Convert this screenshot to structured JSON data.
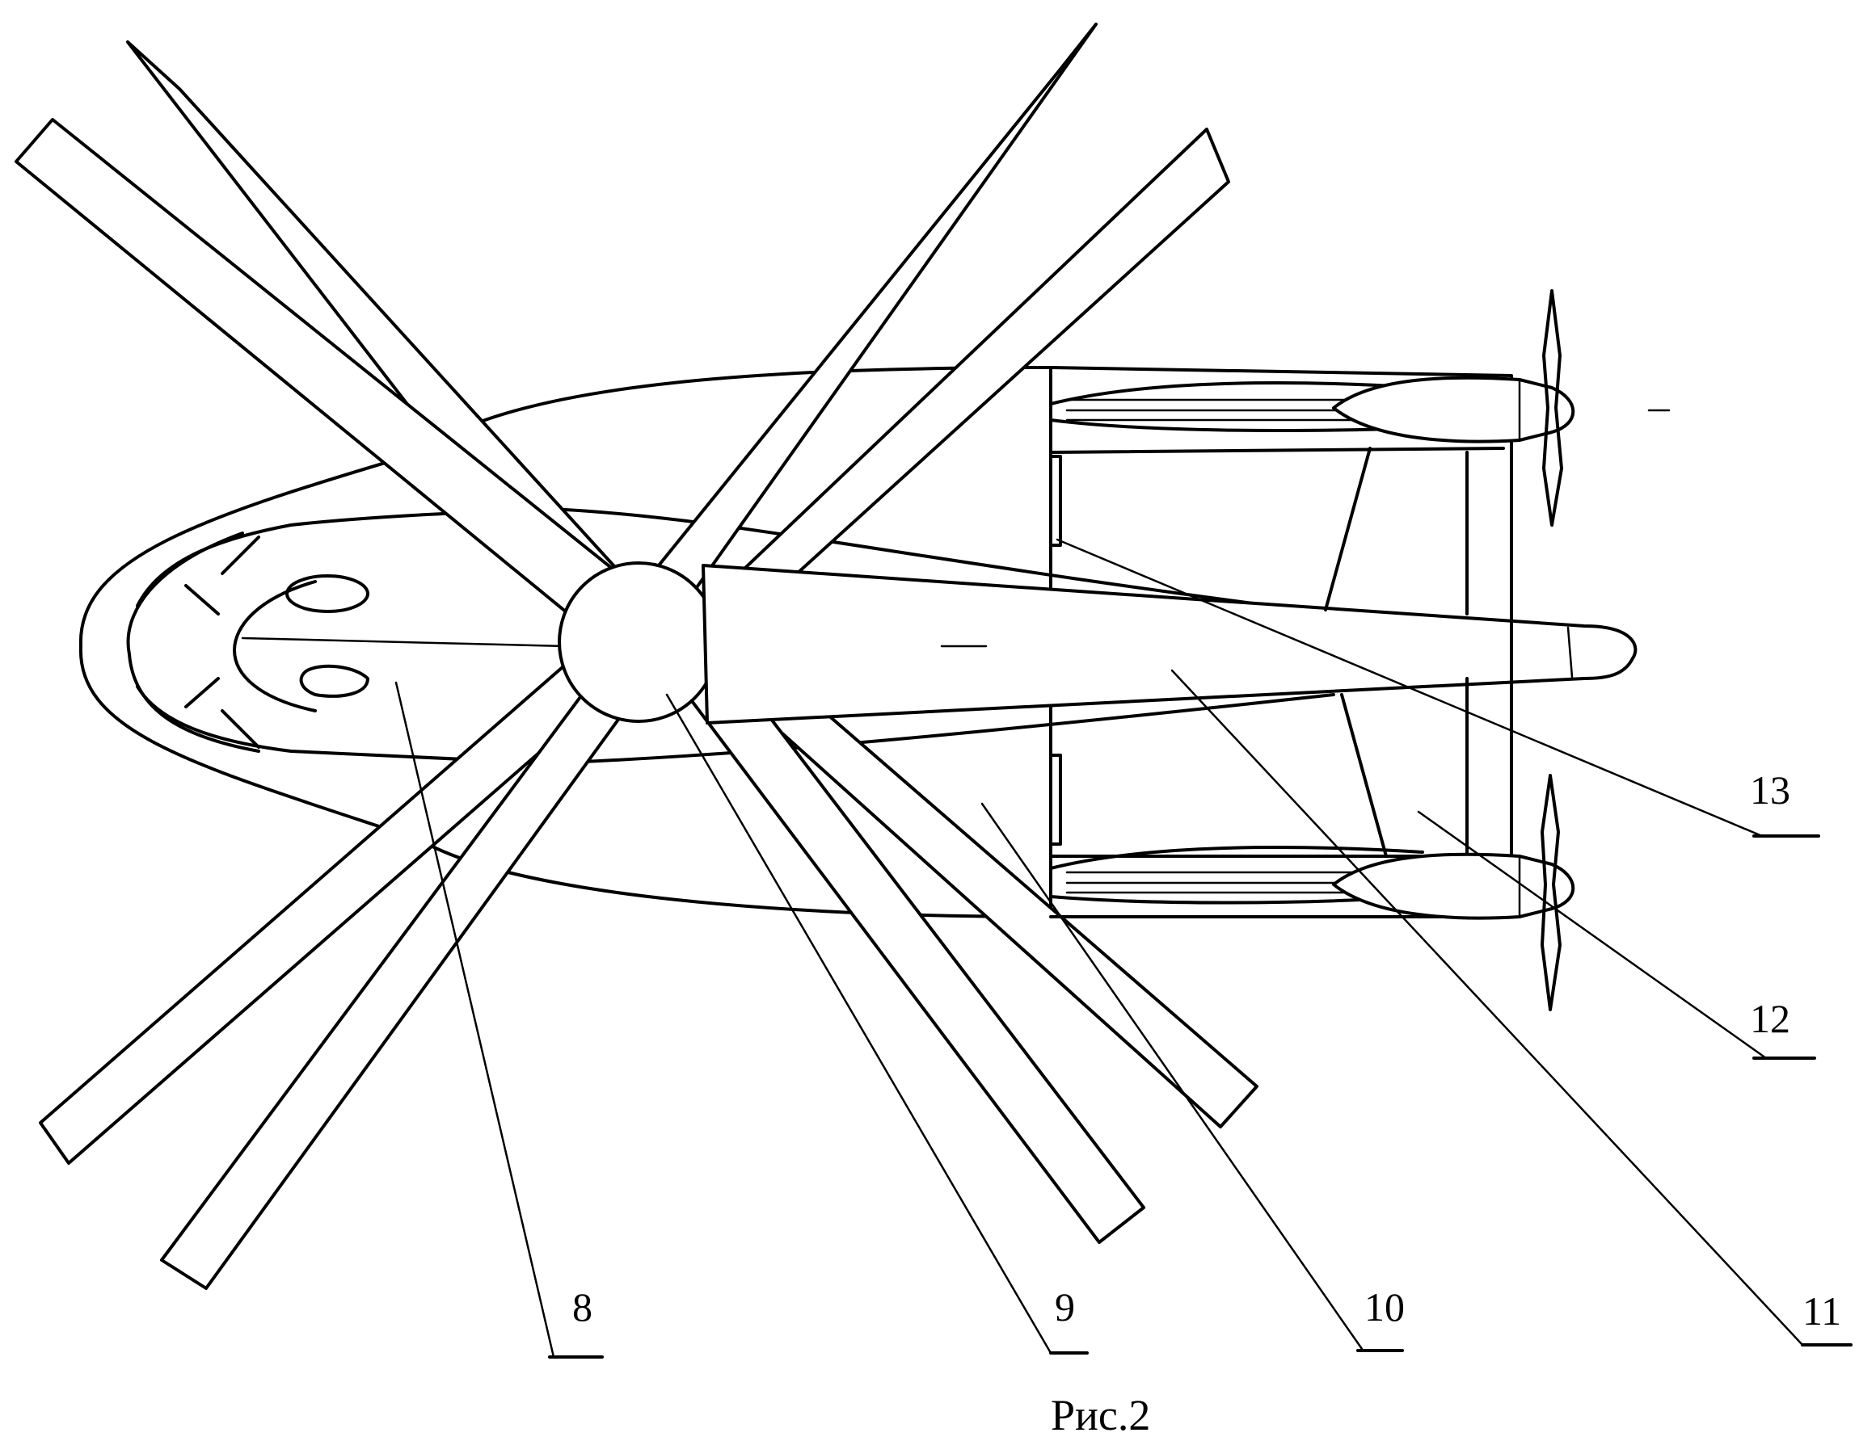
{
  "figure": {
    "caption": "Рис.2",
    "labels": {
      "l8": "8",
      "l9": "9",
      "l10": "10",
      "l11": "11",
      "l12": "12",
      "l13": "13"
    }
  }
}
